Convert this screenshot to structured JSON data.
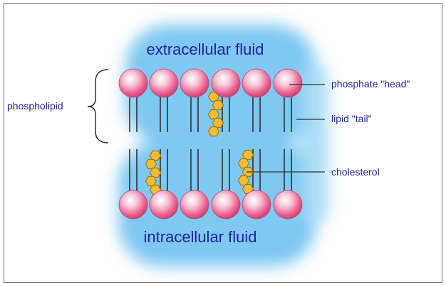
{
  "diagram": {
    "regions": {
      "top": "extracellular fluid",
      "bottom": "intracellular fluid"
    },
    "labels": {
      "phospholipid": "phospholipid",
      "phosphate_head": "phosphate \"head\"",
      "lipid_tail": "lipid \"tail\"",
      "cholesterol": "cholesterol"
    },
    "layers": {
      "outer_heads": 6,
      "inner_heads": 6,
      "cholesterol_molecules": 3
    },
    "colors": {
      "fluid": "#7ec8f2",
      "head": "#ea5c8c",
      "tail": "#303030",
      "cholesterol": "#f2bd36",
      "label_text": "#24249c",
      "leader_line": "#303030"
    }
  }
}
